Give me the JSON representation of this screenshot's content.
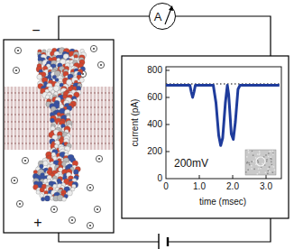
{
  "diagram": {
    "nodes": [
      {
        "text": [
          "A"
        ]
      }
    ],
    "edges": [],
    "labels": [
      "−",
      "+",
      "800",
      "600",
      "400",
      "200",
      "0",
      "0",
      "1.0",
      "2.0",
      "3.0",
      "current (pA)",
      "time (msec)",
      "200mV"
    ]
  }
}
